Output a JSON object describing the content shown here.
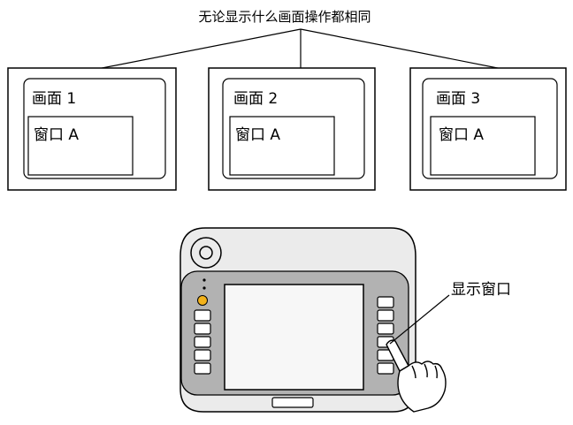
{
  "title": "无论显示什么画面操作都相同",
  "screens": [
    {
      "label": "画面 1",
      "window_label": "窗口 A"
    },
    {
      "label": "画面 2",
      "window_label": "窗口 A"
    },
    {
      "label": "画面 3",
      "window_label": "窗口 A"
    }
  ],
  "device": {
    "callout": "显示窗口"
  },
  "colors": {
    "device_body": "#ebebeb",
    "device_panel": "#b2b2b2",
    "button_fill": "#ffffff",
    "indicator": "#f2b21b"
  }
}
